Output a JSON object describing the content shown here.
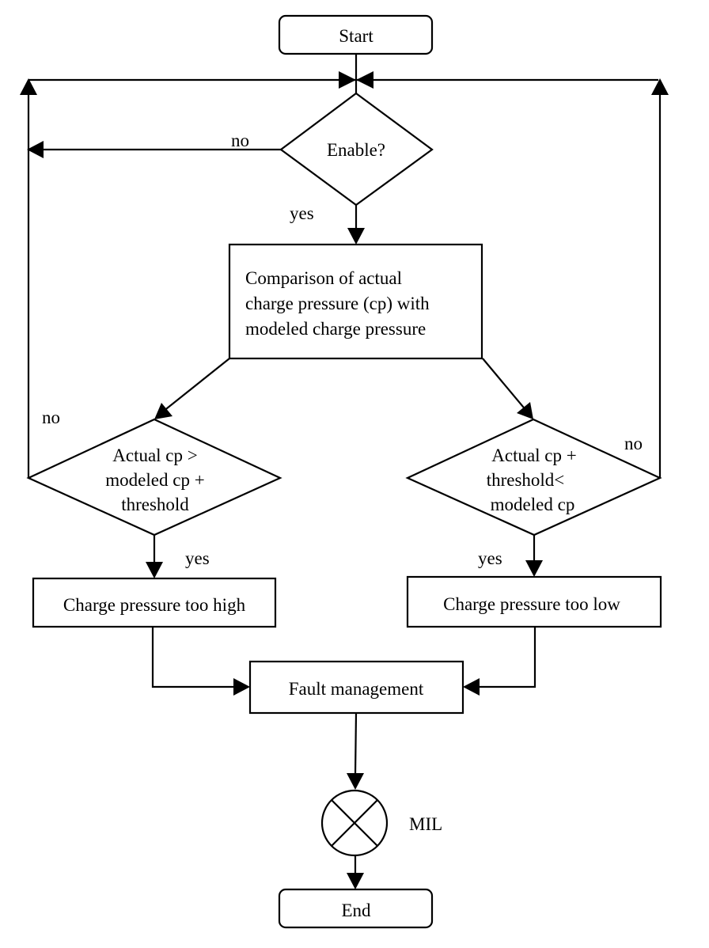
{
  "nodes": {
    "start": "Start",
    "enable": "Enable?",
    "comparison": {
      "line1": "Comparison of actual",
      "line2": "charge pressure (cp) with",
      "line3": "modeled charge pressure"
    },
    "check_high": {
      "line1": "Actual cp >",
      "line2": "modeled cp +",
      "line3": "threshold"
    },
    "check_low": {
      "line1": "Actual cp +",
      "line2": "threshold<",
      "line3": "modeled cp"
    },
    "too_high": "Charge pressure too high",
    "too_low": "Charge pressure too low",
    "fault": "Fault management",
    "mil_label": "MIL",
    "end": "End"
  },
  "edge_labels": {
    "enable_no": "no",
    "enable_yes": "yes",
    "high_no": "no",
    "high_yes": "yes",
    "low_no": "no",
    "low_yes": "yes"
  },
  "colors": {
    "stroke": "#000000",
    "background": "#ffffff"
  },
  "icons": {
    "mil": "lamp-cross-icon"
  }
}
